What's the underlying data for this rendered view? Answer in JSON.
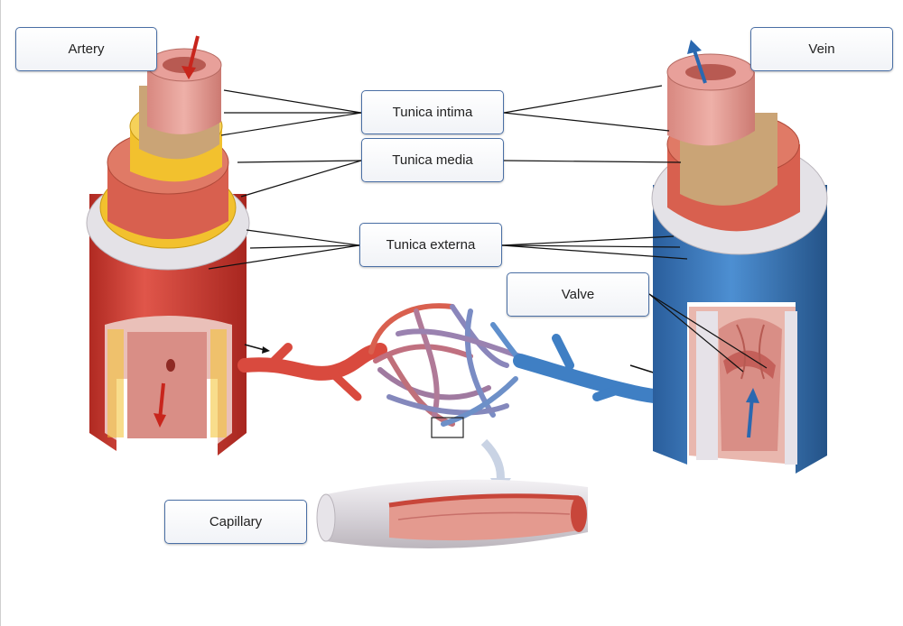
{
  "labels": {
    "artery": "Artery",
    "vein": "Vein",
    "tunica_intima": "Tunica intima",
    "tunica_media": "Tunica media",
    "tunica_externa": "Tunica externa",
    "valve": "Valve",
    "capillary": "Capillary"
  },
  "colors": {
    "artery_red": "#d9443a",
    "artery_dark": "#b02a22",
    "vein_blue": "#3f7fc4",
    "vein_dark": "#2a5e9c",
    "intima_pink": "#e8a09a",
    "media_tan": "#caa476",
    "elastic_yellow": "#f2c12e",
    "externa_gray": "#e4e2e7",
    "leader_line": "#111111",
    "label_border": "#4a6fa5"
  }
}
